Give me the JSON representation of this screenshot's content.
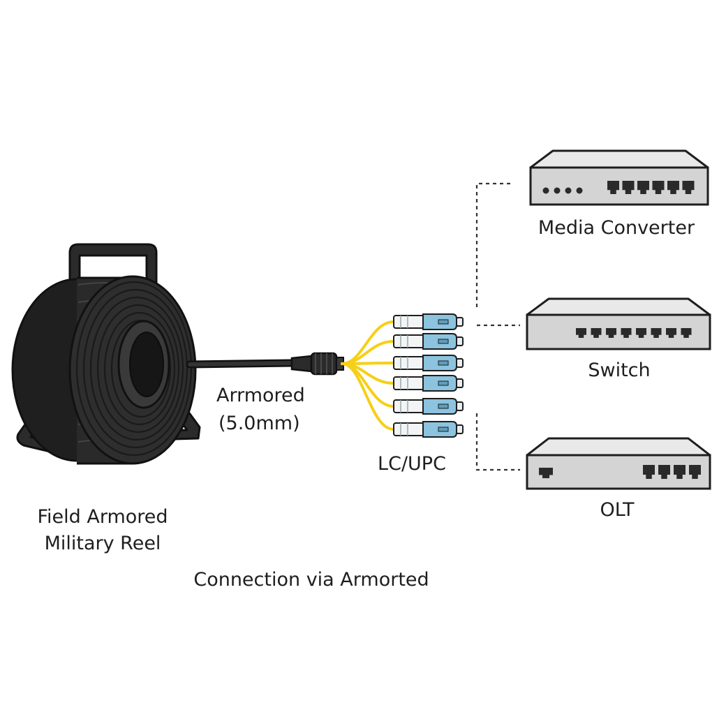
{
  "labels": {
    "reel_line1": "Field Armored",
    "reel_line2": "Military Reel",
    "cable_line1": "Arrmored",
    "cable_line2": "(5.0mm)",
    "connectors": "LC/UPC",
    "caption": "Connection via Armorted",
    "device_media_converter": "Media Converter",
    "device_switch": "Switch",
    "device_olt": "OLT"
  },
  "colors": {
    "reel": "#2b2b2b",
    "reel_outline": "#111111",
    "fiber": "#f6d018",
    "connector_blue": "#8cc3de",
    "connector_body": "#f2f4f5",
    "device_fill": "#d4d4d4",
    "device_outline": "#1e1e1e",
    "port": "#2a2a2a",
    "text": "#1e1e1e"
  },
  "icons": [
    "cable-reel-icon",
    "lc-upc-connector-icon",
    "network-device-icon",
    "ethernet-port-icon"
  ]
}
